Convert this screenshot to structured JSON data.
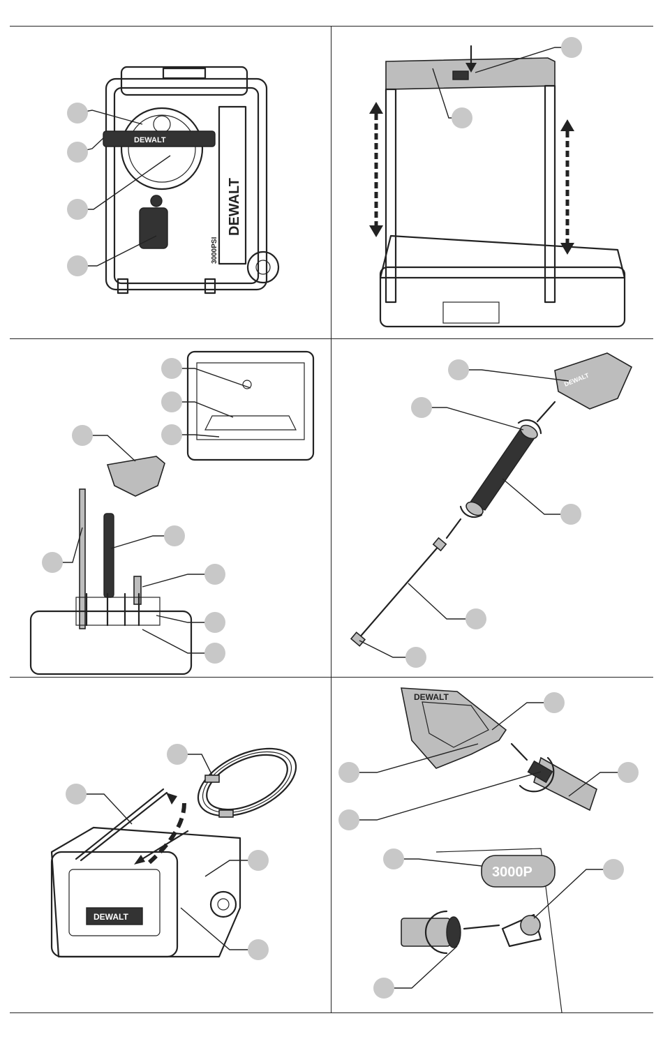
{
  "brand": {
    "logo_text": "DEWALT",
    "model_text": "3000PSI",
    "model_partial": "3000P",
    "pump_label": "3000PSI"
  },
  "panels": [
    {
      "id": "fig-a",
      "callouts": 4
    },
    {
      "id": "fig-b",
      "callouts": 2
    },
    {
      "id": "fig-c",
      "callouts": 9
    },
    {
      "id": "fig-d",
      "callouts": 5
    },
    {
      "id": "fig-e",
      "callouts": 4
    },
    {
      "id": "fig-f",
      "callouts": 7
    }
  ]
}
